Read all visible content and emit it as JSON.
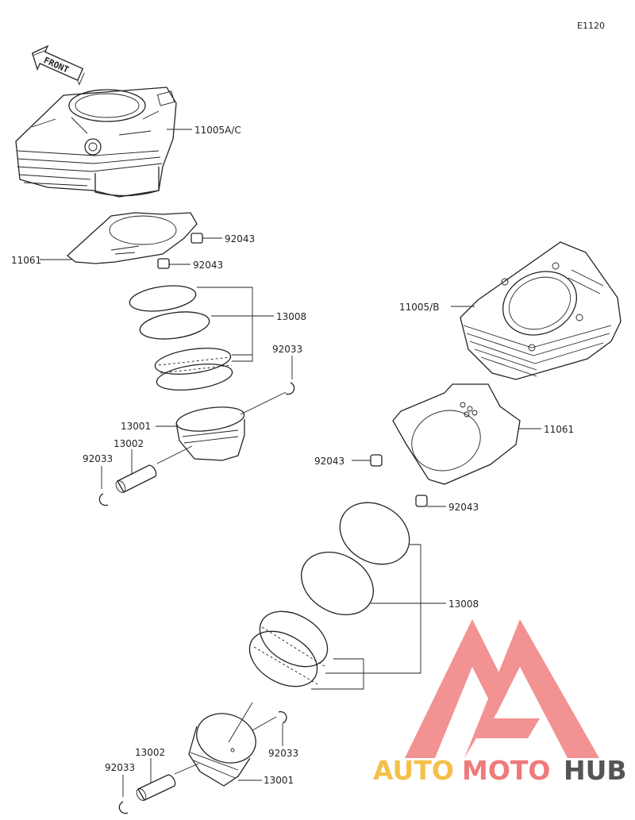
{
  "diagram": {
    "code": "E1120",
    "front_label": "FRONT",
    "parts": {
      "cyl_ac": "11005A/C",
      "cyl_b": "11005/B",
      "gasket_top": "11061",
      "gasket_right": "11061",
      "dowel_1": "92043",
      "dowel_2": "92043",
      "dowel_3": "92043",
      "dowel_4": "92043",
      "rings_top": "13008",
      "rings_bottom": "13008",
      "clip_1": "92033",
      "clip_2": "92033",
      "clip_3": "92033",
      "clip_4": "92033",
      "piston_top": "13001",
      "piston_bottom": "13001",
      "pin_top": "13002",
      "pin_bottom": "13002"
    }
  },
  "watermark": {
    "word_a": "AUTO",
    "word_b": "MOTO",
    "word_c": "HUB",
    "colors": {
      "logo": "#f08080",
      "auto": "#f5c04a",
      "moto": "#f07a7a",
      "hub": "#555555"
    }
  }
}
